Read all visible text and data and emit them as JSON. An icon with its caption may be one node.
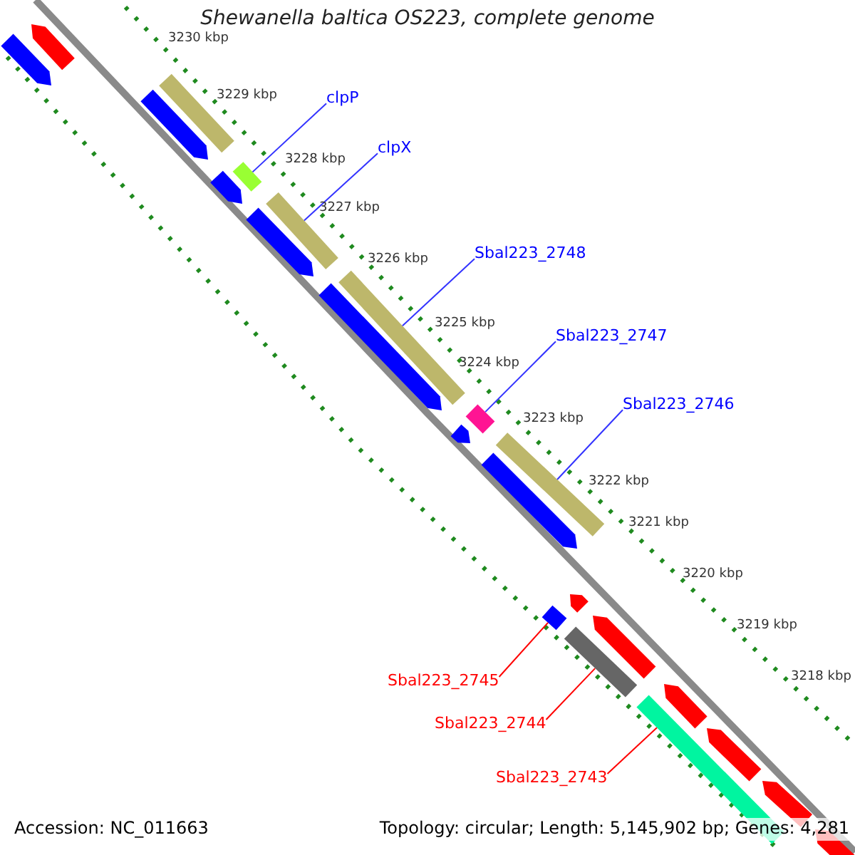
{
  "diagram": {
    "title": "Shewanella baltica OS223, complete genome",
    "nodes": [
      {
        "text": [
          "clpP"
        ]
      },
      {
        "text": [
          "clpX"
        ]
      },
      {
        "text": [
          "Sbal223_2748"
        ]
      },
      {
        "text": [
          "Sbal223_2747"
        ]
      },
      {
        "text": [
          "Sbal223_2746"
        ]
      },
      {
        "text": [
          "Sbal223_2745"
        ]
      },
      {
        "text": [
          "Sbal223_2744"
        ]
      },
      {
        "text": [
          "Sbal223_2743"
        ]
      },
      {
        "text": [],
        "shape": "bar"
      },
      {
        "text": [],
        "shape": "bar"
      },
      {
        "text": [],
        "shape": "bar"
      },
      {
        "text": [],
        "shape": "bar"
      },
      {
        "text": [],
        "shape": "bar"
      },
      {
        "text": [],
        "shape": "bar"
      },
      {
        "text": [],
        "shape": "bar"
      },
      {
        "text": [],
        "shape": "bar"
      },
      {
        "text": [],
        "shape": "bar"
      },
      {
        "text": [],
        "shape": "bar"
      },
      {
        "text": [],
        "shape": "bar"
      },
      {
        "text": [],
        "shape": "bar"
      },
      {
        "text": [],
        "shape": "bar"
      },
      {
        "text": [],
        "shape": "bar"
      },
      {
        "text": [],
        "shape": "bar"
      },
      {
        "text": [],
        "shape": "bar"
      },
      {
        "text": [],
        "shape": "bar"
      },
      {
        "text": [],
        "shape": "bar"
      },
      {
        "text": [],
        "shape": "bar"
      },
      {
        "text": [],
        "shape": "bar"
      },
      {
        "text": [],
        "shape": "bar"
      },
      {
        "text": [],
        "shape": "bar"
      },
      {
        "text": [],
        "shape": "bar"
      }
    ],
    "edges": [
      {
        "from": 0,
        "to": 13,
        "arrow": "none"
      },
      {
        "from": 1,
        "to": 15,
        "arrow": "none"
      },
      {
        "from": 2,
        "to": 17,
        "arrow": "none"
      },
      {
        "from": 3,
        "to": 19,
        "arrow": "none"
      },
      {
        "from": 4,
        "to": 21,
        "arrow": "none"
      },
      {
        "from": 5,
        "to": 22,
        "arrow": "none",
        "color": "#ff0000"
      },
      {
        "from": 6,
        "to": 24,
        "arrow": "none",
        "color": "#ff0000"
      },
      {
        "from": 7,
        "to": 26,
        "arrow": "none",
        "color": "#ff0000"
      }
    ],
    "labels": [
      "3230 kbp",
      "3229 kbp",
      "3228 kbp",
      "3227 kbp",
      "3226 kbp",
      "3225 kbp",
      "3224 kbp",
      "3223 kbp",
      "3222 kbp",
      "3221 kbp",
      "3220 kbp",
      "3219 kbp",
      "3218 kbp",
      "Accession: NC_011663",
      "Topology: circular; Length: 5,145,902 bp; Genes: 4,281"
    ]
  }
}
